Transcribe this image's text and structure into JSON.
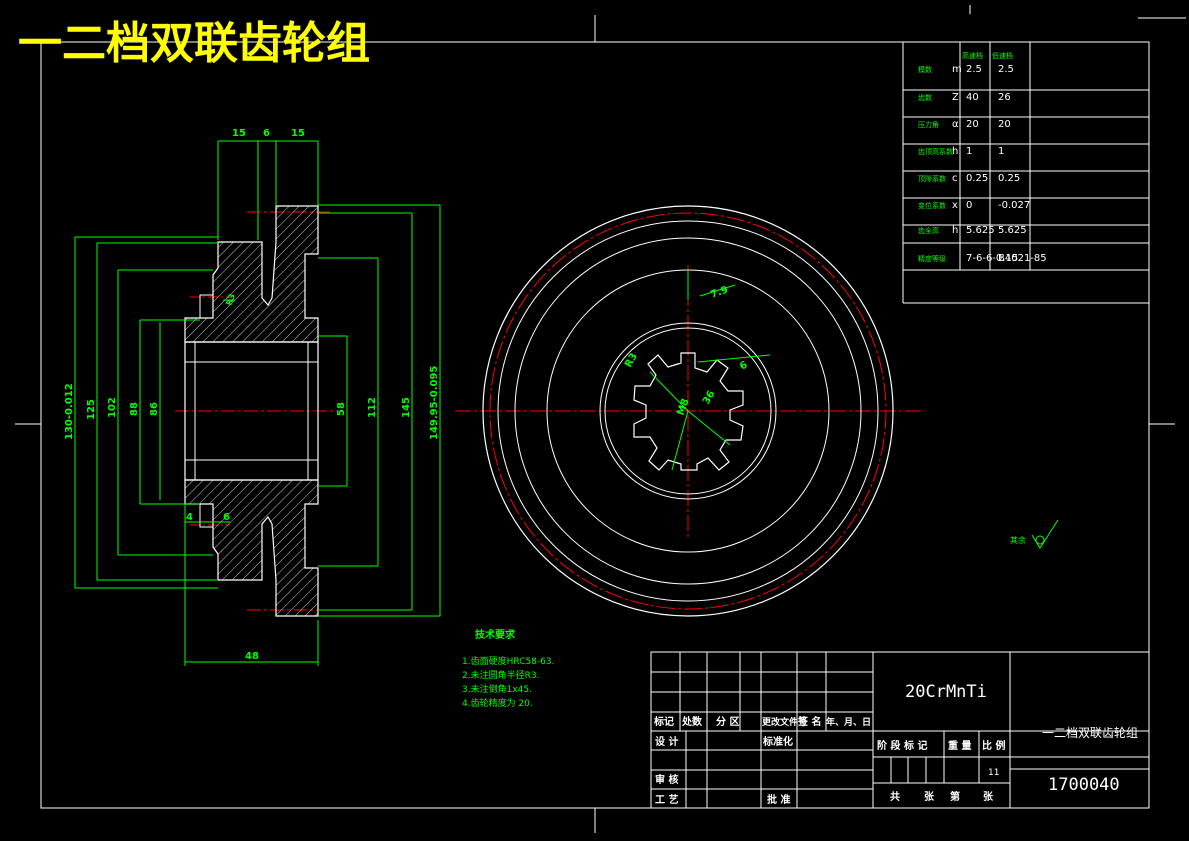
{
  "title": "一二档双联齿轮组",
  "colors": {
    "background": "#000000",
    "outline": "#ffffff",
    "dimension": "#00ff00",
    "centerline": "#ff0000",
    "title": "#ffff00"
  },
  "section_view": {
    "dims_top": [
      "15",
      "6",
      "15"
    ],
    "dims_vertical": [
      "130-0.012",
      "125",
      "102",
      "88",
      "86",
      "58",
      "112",
      "145",
      "149.95-0.095"
    ],
    "dims_bottom": [
      "4",
      "6",
      "48"
    ],
    "small_labels": [
      "R3"
    ]
  },
  "end_view": {
    "labels": [
      "7.9",
      "R3",
      "6",
      "36",
      "M8"
    ]
  },
  "params_table": {
    "col_headers": [
      "高速档",
      "低速档"
    ],
    "rows": [
      {
        "name": "模数",
        "sym": "m",
        "v1": "2.5",
        "v2": "2.5"
      },
      {
        "name": "齿数",
        "sym": "Z",
        "v1": "40",
        "v2": "26"
      },
      {
        "name": "压力角",
        "sym": "α",
        "v1": "20",
        "v2": "20"
      },
      {
        "name": "齿顶高系数",
        "sym": "h",
        "v1": "1",
        "v2": "1"
      },
      {
        "name": "顶隙系数",
        "sym": "c",
        "v1": "0.25",
        "v2": "0.25"
      },
      {
        "name": "变位系数",
        "sym": "x",
        "v1": "0",
        "v2": "-0.027"
      },
      {
        "name": "齿全高",
        "sym": "h",
        "v1": "5.625",
        "v2": "5.625"
      },
      {
        "name": "精度等级",
        "sym": "",
        "v1": "7-6-6-0.15",
        "v2": "B4021-85"
      }
    ]
  },
  "surface_note": "其余",
  "tech_requirements": {
    "title": "技术要求",
    "items": [
      "1.齿面硬度HRC58-63.",
      "2.未注圆角半径R3.",
      "3.未注倒角1x45.",
      "4.齿轮精度为 20."
    ]
  },
  "title_block": {
    "material": "20CrMnTi",
    "part_name": "一二档双联齿轮组",
    "drawing_number": "1700040",
    "scale": "11",
    "headers": [
      "标记",
      "处数",
      "分 区",
      "更改文件号",
      "签 名",
      "年、月、日"
    ],
    "design": "设 计",
    "standardize": "标准化",
    "check": "审 核",
    "process": "工 艺",
    "approve": "批 准",
    "stage_mark": "阶 段 标 记",
    "weight": "重 量",
    "ratio": "比 例",
    "total": "共",
    "sheets": "张",
    "sheet_no": "第",
    "sheet": "张"
  }
}
